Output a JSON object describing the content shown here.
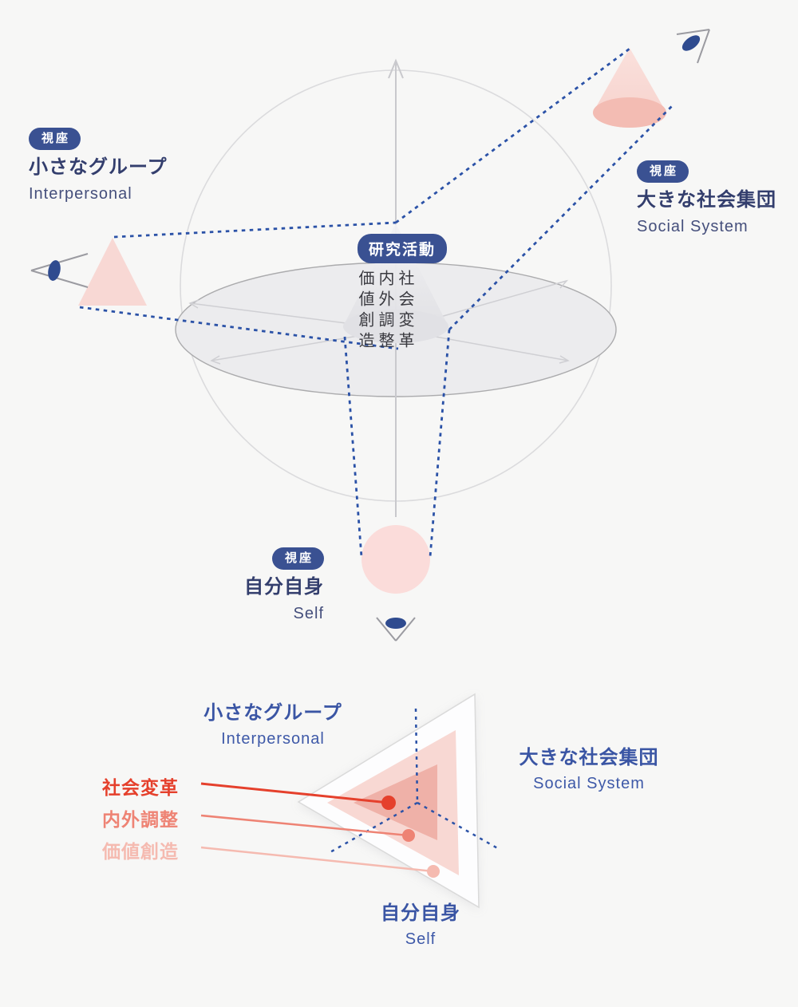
{
  "palette": {
    "background": "#f7f7f6",
    "badge_navy": "#3a5192",
    "dash_navy": "#2b52a7",
    "heading_navy_dark": "#333e6d",
    "heading_navy_bright": "#3a55a4",
    "sphere_gray": "#dbdbdd",
    "pink_shape": "#f8d8d4",
    "pink_deep": "#f3bcb3",
    "red_strong": "#e5402c",
    "salmon": "#ee8374",
    "pink_light": "#f5bab0"
  },
  "sphere_section": {
    "badge_label": "視座",
    "interpersonal": {
      "jp": "小さなグループ",
      "en": "Interpersonal"
    },
    "social_system": {
      "jp": "大きな社会集団",
      "en": "Social System"
    },
    "self": {
      "jp": "自分自身",
      "en": "Self"
    },
    "research": {
      "badge": "研究活動",
      "columns": [
        "社会変革",
        "内外調整",
        "価値創造"
      ]
    }
  },
  "triangle_section": {
    "interpersonal": {
      "jp": "小さなグループ",
      "en": "Interpersonal"
    },
    "social_system": {
      "jp": "大きな社会集団",
      "en": "Social System"
    },
    "self": {
      "jp": "自分自身",
      "en": "Self"
    },
    "layers": [
      {
        "label": "社会変革",
        "color": "#e5402c"
      },
      {
        "label": "内外調整",
        "color": "#ee8374"
      },
      {
        "label": "価値創造",
        "color": "#f5bab0"
      }
    ]
  }
}
